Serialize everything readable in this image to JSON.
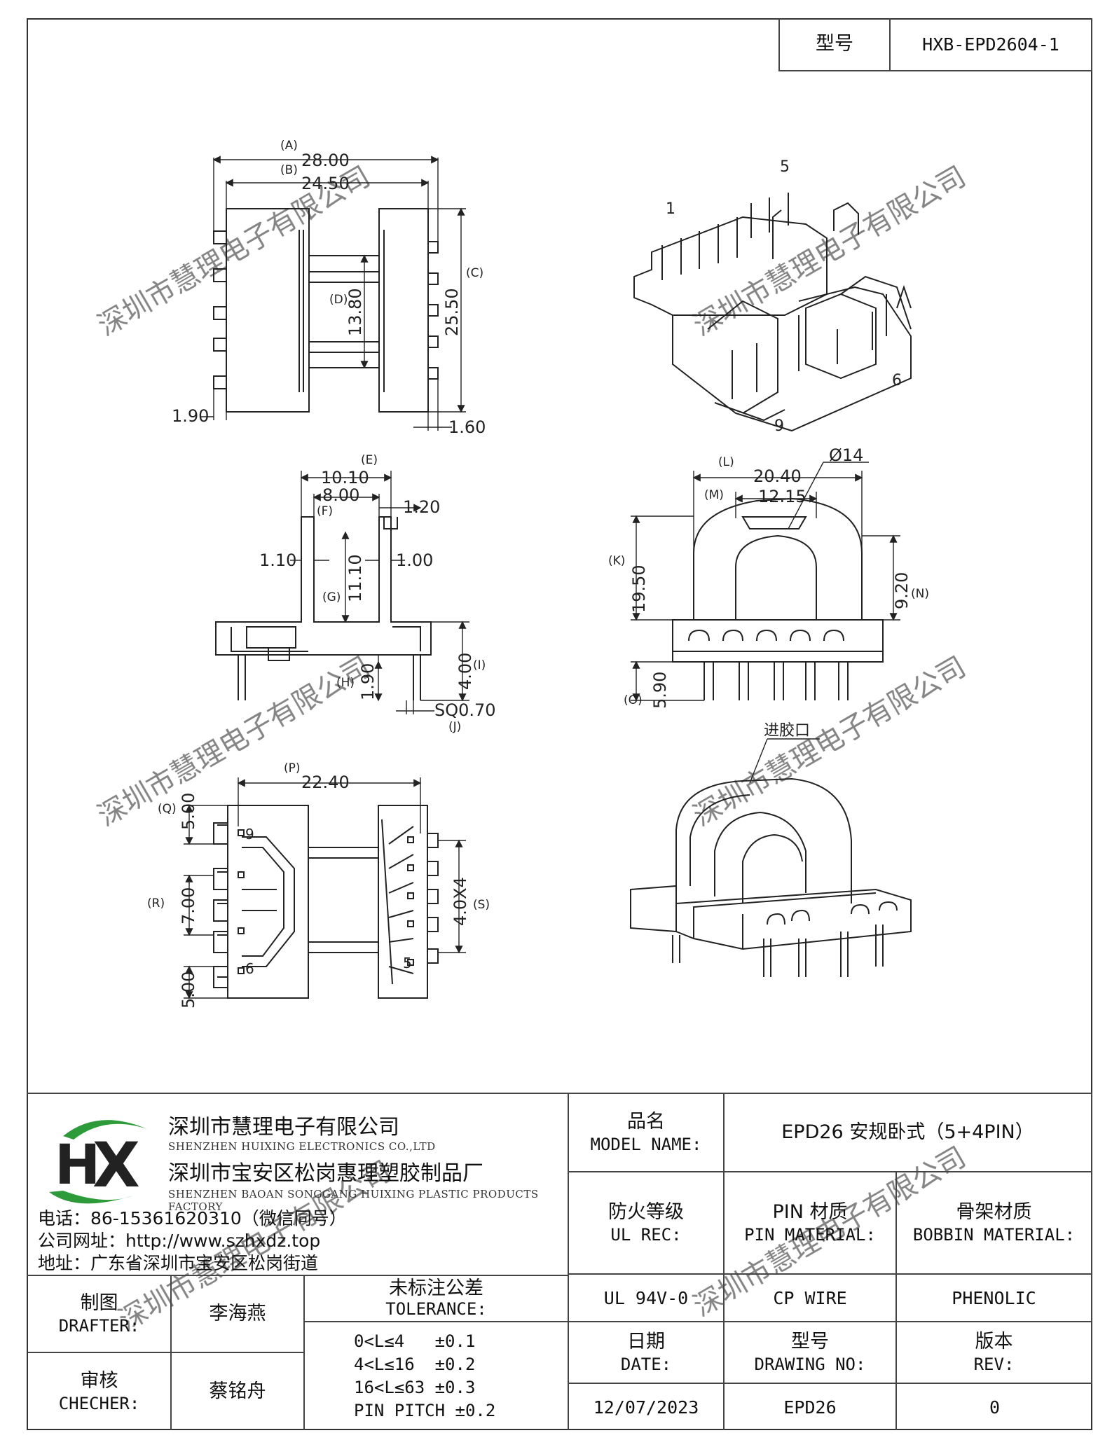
{
  "title_block_top": {
    "model_label": "型号",
    "model_value": "HXB-EPD2604-1"
  },
  "drawing": {
    "top_view": {
      "A": "(A)",
      "A_val": "28.00",
      "B": "(B)",
      "B_val": "24.50",
      "C": "(C)",
      "C_val": "25.50",
      "D": "(D)",
      "D_val": "13.80",
      "left_val": "1.90",
      "right_val": "1.60"
    },
    "iso_view_1": {
      "pin1": "1",
      "pin5": "5",
      "pin6": "6",
      "pin9": "9"
    },
    "side_view": {
      "E": "(E)",
      "E_val": "10.10",
      "F": "(F)",
      "F_val": "8.00",
      "top_right_val": "1.20",
      "left_wall": "1.10",
      "right_wall": "1.00",
      "G": "(G)",
      "G_val": "11.10",
      "H": "(H)",
      "H_val": "1.90",
      "I": "(I)",
      "I_val": "4.00",
      "J": "(J)",
      "sq_val": "SQ0.70"
    },
    "front_view": {
      "L": "(L)",
      "L_val": "20.40",
      "M": "(M)",
      "M_val": "12.15",
      "dia_val": "Ø14",
      "K": "(K)",
      "K_val": "19.50",
      "N": "(N)",
      "N_val": "9.20",
      "O": "(O)",
      "O_val": "5.90"
    },
    "bottom_view": {
      "P": "(P)",
      "P_val": "22.40",
      "Q": "(Q)",
      "Q_val": "5.00",
      "R": "(R)",
      "R_val": "7.00",
      "bottom_val": "5.00",
      "S": "(S)",
      "S_val": "4.0X4",
      "pin9": "9",
      "pin6": "6",
      "pin5": "5"
    },
    "iso_view_2": {
      "gate_label": "进胶口"
    }
  },
  "watermark": "深圳市慧理电子有限公司",
  "company": {
    "name_cn": "深圳市慧理电子有限公司",
    "name_en": "SHENZHEN HUIXING ELECTRONICS CO.,LTD",
    "factory_cn": "深圳市宝安区松岗惠理塑胶制品厂",
    "factory_en": "SHENZHEN BAOAN SONGGANG HUIXING PLASTIC PRODUCTS FACTORY",
    "phone": "电话：86-15361620310（微信同号）",
    "website": "公司网址：http://www.szhxdz.top",
    "address": "地址：广东省深圳市宝安区松岗街道",
    "logo_text": "HX",
    "logo_green": "#2e9b3a",
    "logo_yellow": "#e8c520"
  },
  "table": {
    "model_name_cn": "品名",
    "model_name_en": "MODEL NAME:",
    "model_name_value": "EPD26 安规卧式（5+4PIN）",
    "ul_rec_cn": "防火等级",
    "ul_rec_en": "UL REC:",
    "pin_mat_cn": "PIN 材质",
    "pin_mat_en": "PIN MATERIAL:",
    "bobbin_mat_cn": "骨架材质",
    "bobbin_mat_en": "BOBBIN MATERIAL:",
    "ul_value": "UL 94V-0",
    "pin_value": "CP WIRE",
    "bobbin_value": "PHENOLIC",
    "drafter_cn": "制图",
    "drafter_en": "DRAFTER:",
    "drafter_name": "李海燕",
    "checker_cn": "审核",
    "checker_en": "CHECHER:",
    "checker_name": "蔡铭舟",
    "tolerance_cn": "未标注公差",
    "tolerance_en": "TOLERANCE:",
    "tolerance_rows": [
      "0<L≤4   ±0.1",
      "4<L≤16  ±0.2",
      "16<L≤63 ±0.3",
      "PIN PITCH ±0.2"
    ],
    "date_cn": "日期",
    "date_en": "DATE:",
    "drawing_no_cn": "型号",
    "drawing_no_en": "DRAWING NO:",
    "rev_cn": "版本",
    "rev_en": "REV:",
    "date_value": "12/07/2023",
    "drawing_no_value": "EPD26",
    "rev_value": "0"
  }
}
